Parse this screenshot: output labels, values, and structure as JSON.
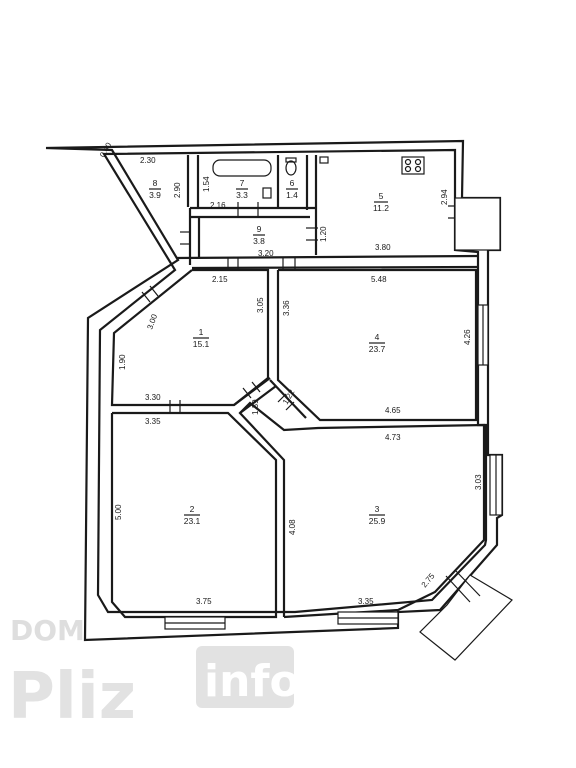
{
  "rooms": [
    {
      "id": "1",
      "number": "1",
      "area": "15.1"
    },
    {
      "id": "2",
      "number": "2",
      "area": "23.1"
    },
    {
      "id": "3",
      "number": "3",
      "area": "25.9"
    },
    {
      "id": "4",
      "number": "4",
      "area": "23.7"
    },
    {
      "id": "5",
      "number": "5",
      "area": "11.2"
    },
    {
      "id": "6",
      "number": "6",
      "area": "1.4"
    },
    {
      "id": "7",
      "number": "7",
      "area": "3.3"
    },
    {
      "id": "8",
      "number": "8",
      "area": "3.9"
    },
    {
      "id": "9",
      "number": "9",
      "area": "3.8"
    }
  ],
  "dimensions": {
    "d_0_40": "0.40",
    "d_2_30": "2.30",
    "d_2_90": "2.90",
    "d_1_54": "1.54",
    "d_2_16": "2.16",
    "d_2_94": "2.94",
    "d_3_80": "3.80",
    "d_1_20": "1.20",
    "d_3_20": "3.20",
    "d_2_15": "2.15",
    "d_3_00": "3.00",
    "d_3_05": "3.05",
    "d_3_36": "3.36",
    "d_5_48": "5.48",
    "d_4_26": "4.26",
    "d_1_90": "1.90",
    "d_3_30": "3.30",
    "d_3_35_a": "3.35",
    "d_1_39": "1.39",
    "d_1_22": "1.22",
    "d_4_65": "4.65",
    "d_4_73": "4.73",
    "d_5_00": "5.00",
    "d_4_08": "4.08",
    "d_3_03": "3.03",
    "d_2_75": "2.75",
    "d_3_75": "3.75",
    "d_3_35_b": "3.35"
  },
  "watermark": {
    "line1": "DOM",
    "line2": "Pliz",
    "line3": "info"
  }
}
